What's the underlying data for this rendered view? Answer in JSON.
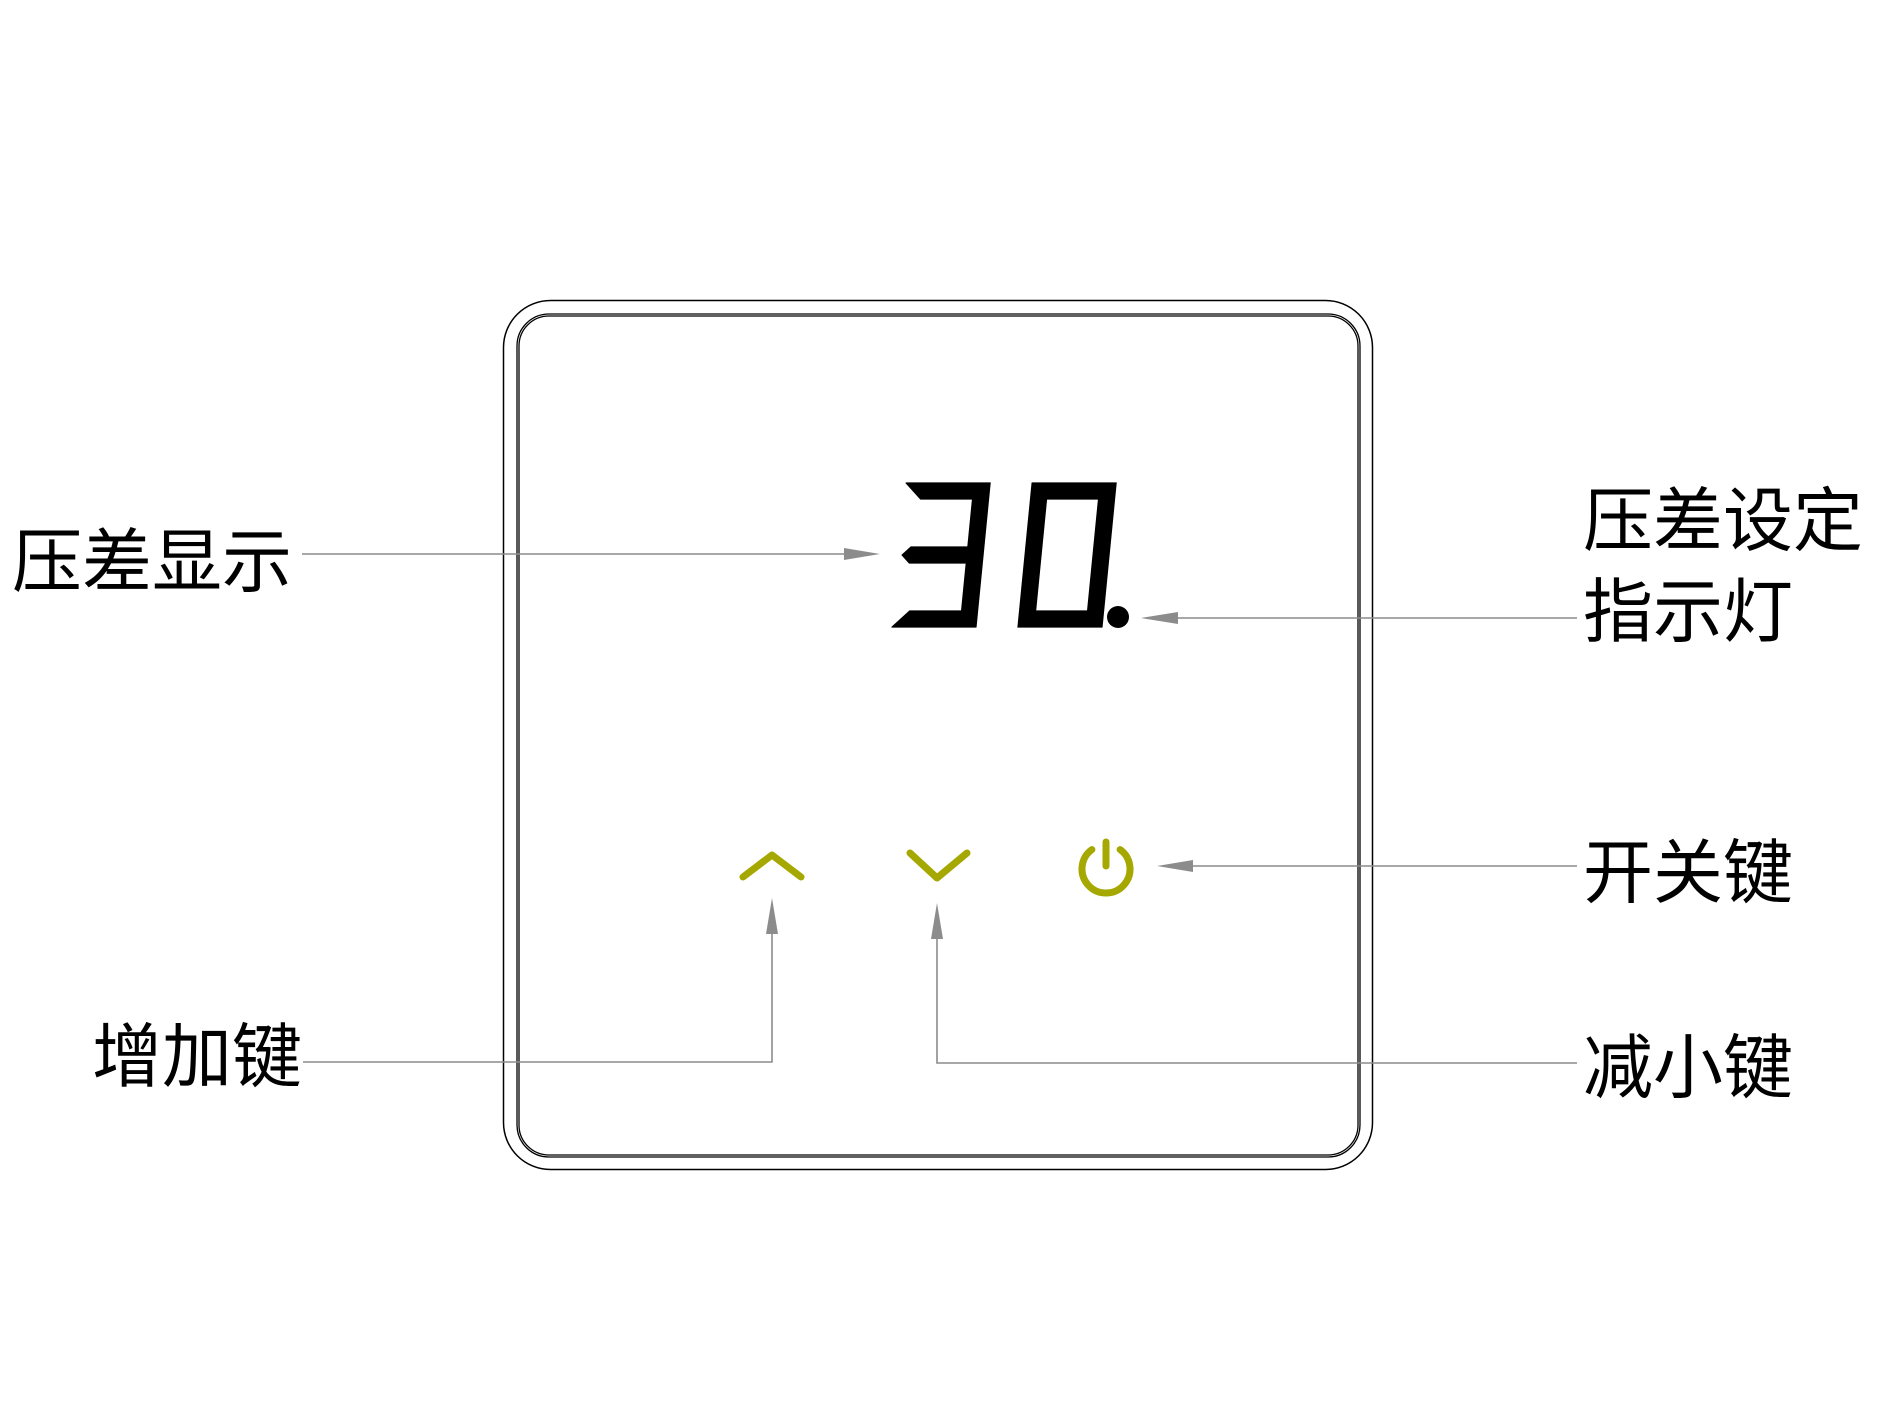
{
  "device": {
    "display": {
      "value": "30.",
      "label": "压差显示"
    },
    "setpoint_indicator": {
      "label_lines": [
        "压差设定",
        "指示灯"
      ]
    },
    "keys": {
      "increase": {
        "label": "增加键",
        "icon": "chevron-up-icon"
      },
      "decrease": {
        "label": "减小键",
        "icon": "chevron-down-icon"
      },
      "power": {
        "label": "开关键",
        "icon": "power-icon"
      }
    }
  },
  "colors": {
    "key_accent": "#A5A800",
    "display_segment": "#000000",
    "leader_line": "#8C8C8C",
    "frame": "#000000"
  }
}
